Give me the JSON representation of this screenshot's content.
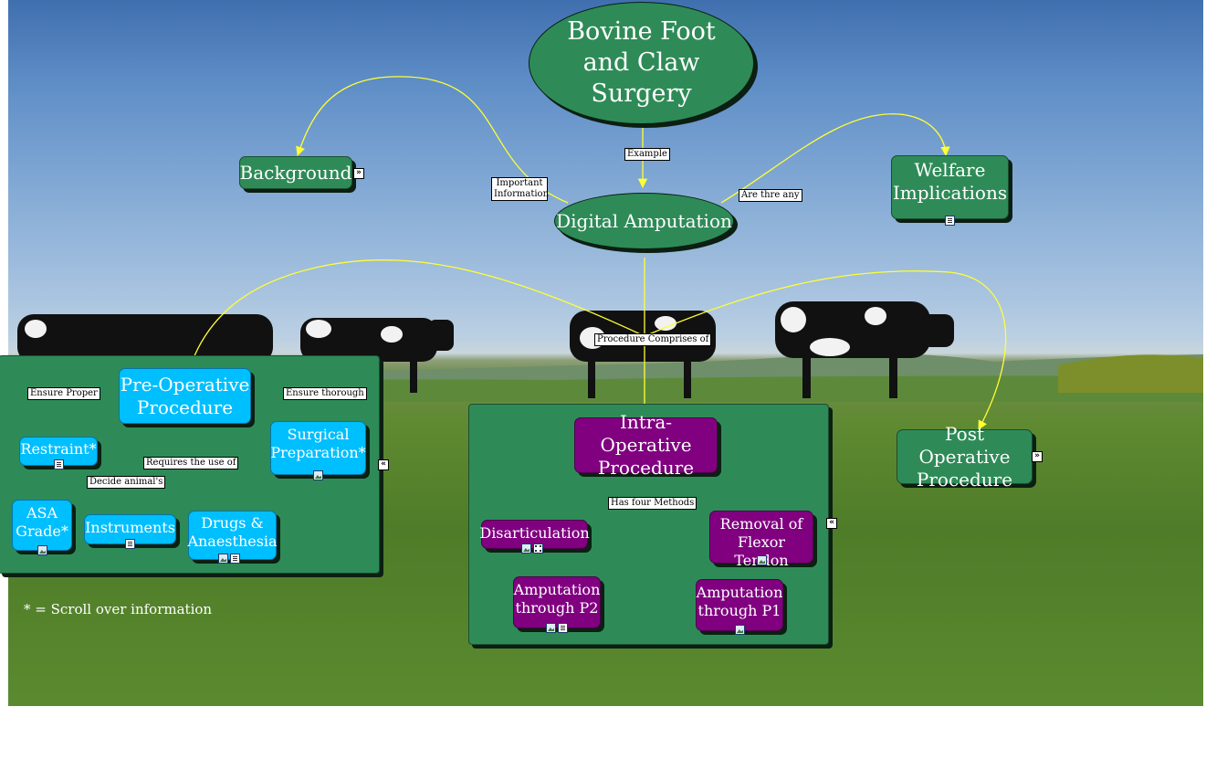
{
  "title": "Bovine Foot and Claw Surgery",
  "nodes": {
    "background": "Background",
    "digital_amputation": "Digital Amputation",
    "welfare": "Welfare Implications",
    "pre_op": "Pre-Operative Procedure",
    "intra_op": "Intra-Operative Procedure",
    "post_op": "Post Operative Procedure",
    "restraint": "Restraint*",
    "surgical_prep": "Surgical Preparation*",
    "asa_grade": "ASA Grade*",
    "instruments": "Instruments",
    "drugs": "Drugs & Anaesthesia",
    "disarticulation": "Disarticulation",
    "removal_flexor": "Removal of Flexor Tendon",
    "amp_p2": "Amputation through P2",
    "amp_p1": "Amputation through P1"
  },
  "links": {
    "example": "Example",
    "important_information": "Important Information",
    "are_there_any": "Are thre any",
    "procedure_comprises_of": "Procedure Comprises of",
    "ensure_proper": "Ensure Proper",
    "ensure_thorough": "Ensure thorough",
    "requires_the_use_of": "Requires the use of",
    "decide_animals": "Decide animal's",
    "has_four_methods": "Has four Methods"
  },
  "note": "* = Scroll over information",
  "icons": {
    "expand": "»",
    "collapse": "«"
  },
  "colors": {
    "node_green": "#2e8b57",
    "node_blue": "#00bfff",
    "node_purple": "#800080",
    "link_line": "#ffff33"
  }
}
